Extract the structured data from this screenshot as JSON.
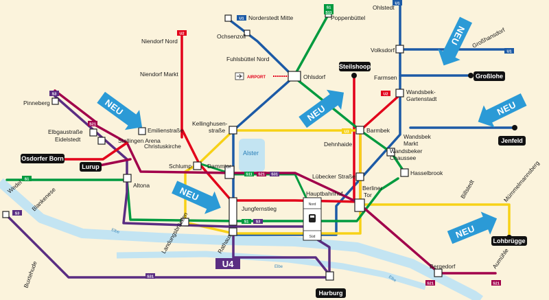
{
  "lines": {
    "u1": {
      "label": "U1",
      "color": "#1c5aa6"
    },
    "u2": {
      "label": "U2",
      "color": "#e2001a"
    },
    "u3": {
      "label": "U3",
      "color": "#f7d117"
    },
    "u4": {
      "label": "U4",
      "color": "#5a2d82"
    },
    "s1": {
      "label": "S1",
      "color": "#009a3e"
    },
    "s11": {
      "label": "S11",
      "color": "#009a3e"
    },
    "s21": {
      "label": "S21",
      "color": "#a1004b"
    },
    "s3": {
      "label": "S3",
      "color": "#5a2d82"
    },
    "s31": {
      "label": "S31",
      "color": "#5a2d82"
    }
  },
  "stations": {
    "ohlstedt": "Ohlstedt",
    "norderstedt_mitte": "Norderstedt Mitte",
    "poppenbuettel": "Poppenbüttel",
    "grosshansdorf": "Großhansdorf",
    "ochsenzoll": "Ochsenzoll",
    "niendorf_nord": "Niendorf Nord",
    "volksdorf": "Volksdorf",
    "fuhlsbuettel_nord": "Fuhlsbüttel Nord",
    "ohlsdorf": "Ohlsdorf",
    "niendorf_markt": "Niendorf Markt",
    "farmsen": "Farmsen",
    "pinneberg": "Pinneberg",
    "wandsbek_gartenstadt_1": "Wandsbek-",
    "wandsbek_gartenstadt_2": "Gartenstadt",
    "elbgaustrasse": "Elbgaustraße",
    "eidelstedt": "Eidelstedt",
    "emilienstrasse": "Emilienstraße",
    "kellinghusen_1": "Kellinghusen-",
    "kellinghusen_2": "straße",
    "barmbek": "Barmbek",
    "stellingen_arena": "Stellingen Arena",
    "christuskirche": "Christuskirche",
    "dehnhaide": "Dehnhaide",
    "wandsbek_markt_1": "Wandsbek",
    "wandsbek_markt_2": "Markt",
    "wandsbeker_chaussee_1": "Wandsbeker",
    "wandsbeker_chaussee_2": "Chaussee",
    "schlump": "Schlump",
    "dammtor": "Dammtor",
    "hasselbrook": "Hasselbrook",
    "luebecker_strasse": "Lübecker Straße",
    "wedel": "Wedel",
    "altona": "Altona",
    "hauptbahnhof": "Hauptbahnhof",
    "berliner_tor_1": "Berliner",
    "berliner_tor_2": "Tor",
    "billstedt": "Billstedt",
    "muemmelmannsberg": "Mümmelmannsberg",
    "blankenese": "Blankenese",
    "jungfernstieg": "Jungfernstieg",
    "landungsbruecken": "Landungsbrücken",
    "rathaus": "Rathaus",
    "bergedorf": "Bergedorf",
    "aumuehle": "Aumühle",
    "buxtehude": "Buxtehude",
    "hbf_nord": "Nord",
    "hbf_sued": "Süd"
  },
  "terminals": {
    "stellshoop": "Steilshoop",
    "grossIohe": "Großlohe",
    "osdorfer_born": "Osdorfer Born",
    "lurup": "Lurup",
    "jenfeld": "Jenfeld",
    "lohbruegge": "Lohbrügge",
    "harburg": "Harburg"
  },
  "annotations": {
    "neu": "NEU",
    "u4_label": "U4",
    "airport": "AIRPORT",
    "alster": "Alster",
    "elbe": "Elbe"
  },
  "colors": {
    "background": "#fbf3dc",
    "water": "#c3e4f2",
    "arrow": "#2b9ad6",
    "terminal": "#111111"
  },
  "icons": [
    "airplane-icon",
    "train-icon"
  ]
}
